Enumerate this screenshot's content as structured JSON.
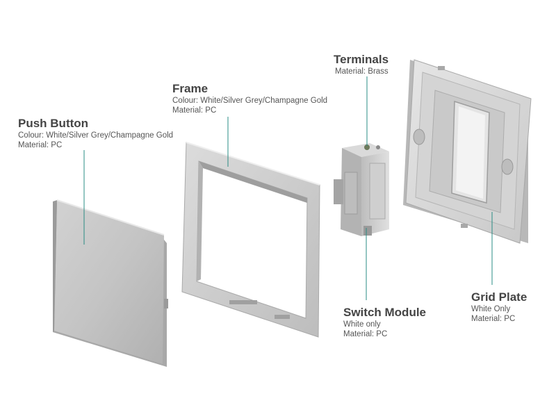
{
  "colors": {
    "leader": "#2a8c84"
  },
  "components": {
    "push_button": {
      "title": "Push Button",
      "colour": "Colour: White/Silver Grey/Champagne Gold",
      "material": "Material: PC"
    },
    "frame": {
      "title": "Frame",
      "colour": "Colour: White/Silver Grey/Champagne Gold",
      "material": "Material: PC"
    },
    "terminals": {
      "title": "Terminals",
      "material": "Material: Brass"
    },
    "switch_module": {
      "title": "Switch Module",
      "colour": "White only",
      "material": "Material: PC"
    },
    "grid_plate": {
      "title": "Grid Plate",
      "colour": "White Only",
      "material": "Material: PC"
    }
  }
}
